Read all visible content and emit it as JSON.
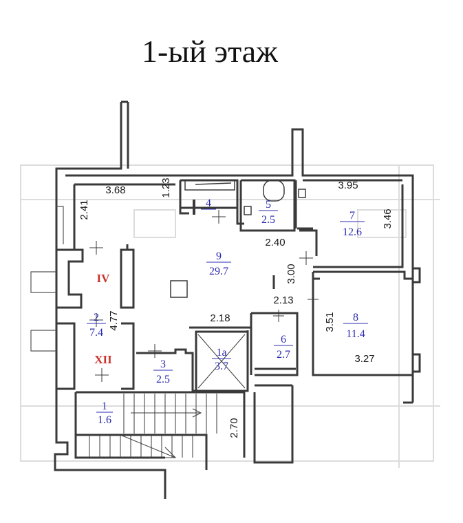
{
  "title": "1-ый этаж",
  "colors": {
    "wall": "#3a3a3a",
    "room_text": "#2b2bb0",
    "section_text": "#c8322a",
    "dim_text": "#1a1a1a",
    "faint": "#d9d9d9"
  },
  "rooms": [
    {
      "id": "1",
      "area": "1.6"
    },
    {
      "id": "1а",
      "area": "3.7"
    },
    {
      "id": "2",
      "area": "7.4"
    },
    {
      "id": "3",
      "area": "2.5"
    },
    {
      "id": "4",
      "area": ""
    },
    {
      "id": "5",
      "area": "2.5"
    },
    {
      "id": "6",
      "area": "2.7"
    },
    {
      "id": "7",
      "area": "12.6"
    },
    {
      "id": "8",
      "area": "11.4"
    },
    {
      "id": "9",
      "area": "29.7"
    }
  ],
  "sections": [
    "IV",
    "XII"
  ],
  "dimensions": [
    "3.68",
    "1.23",
    "2.41",
    "3.95",
    "3.46",
    "2.40",
    "3.00",
    "2.13",
    "2.18",
    "4.77",
    "3.51",
    "3.27",
    "2.70"
  ]
}
